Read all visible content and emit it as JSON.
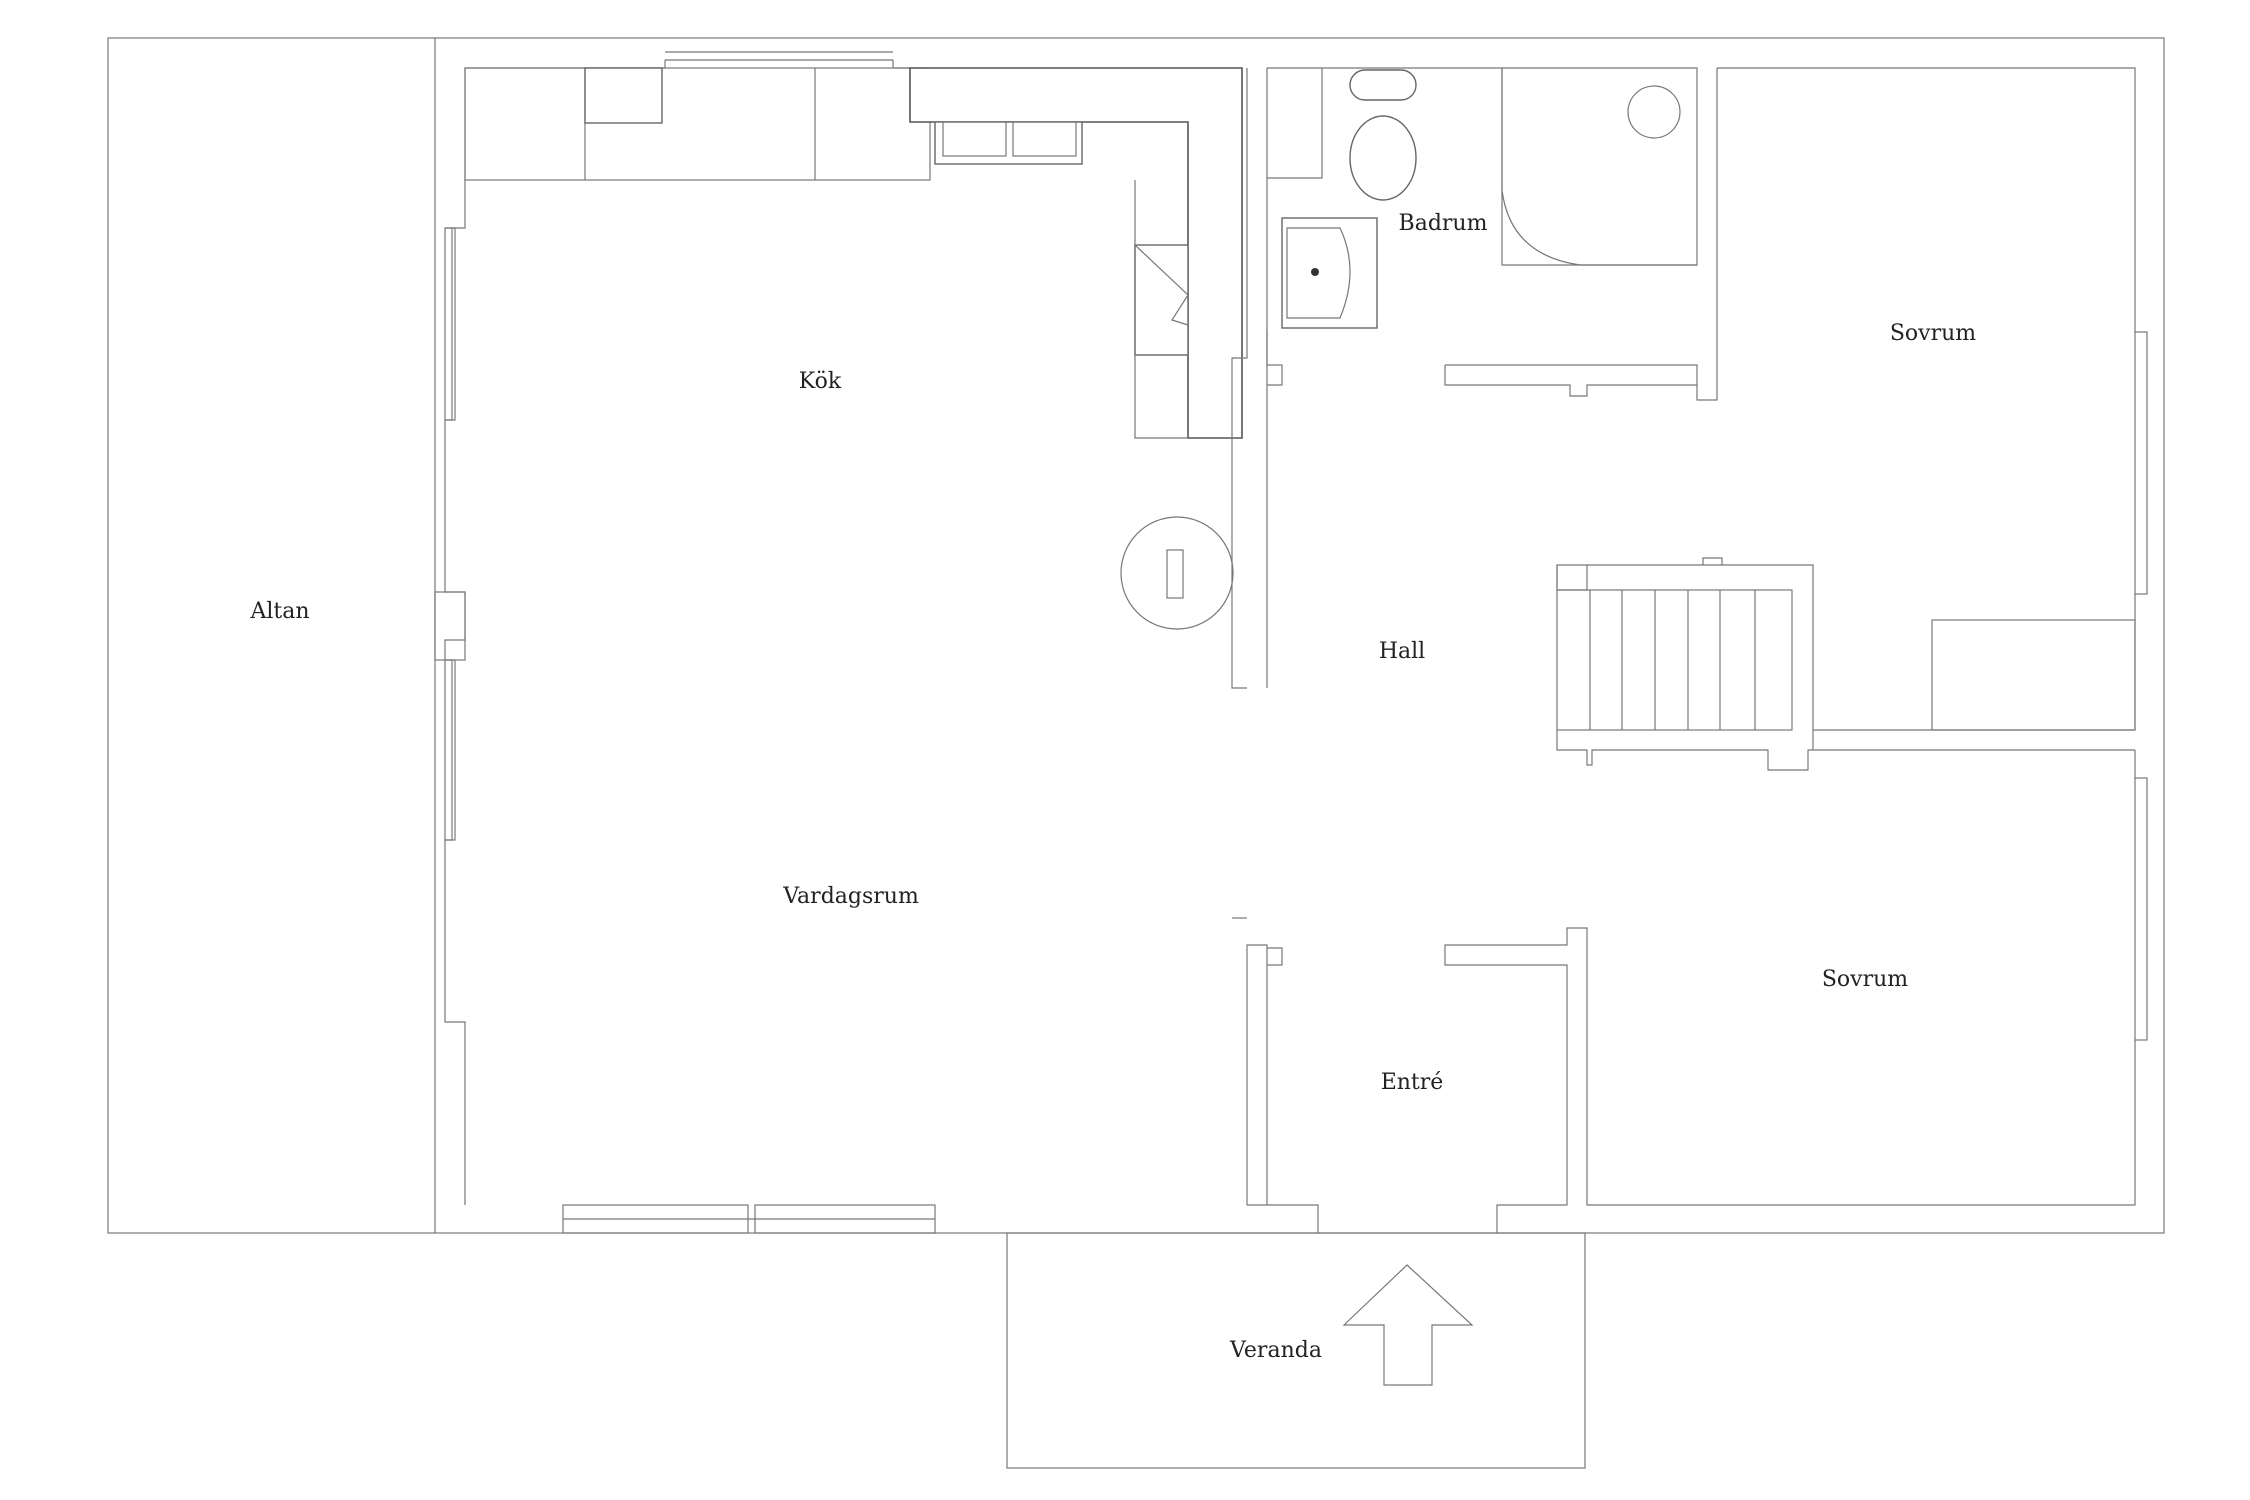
{
  "plan": {
    "rooms": {
      "altan": "Altan",
      "kok": "Kök",
      "badrum": "Badrum",
      "sovrum_upper": "Sovrum",
      "hall": "Hall",
      "vardagsrum": "Vardagsrum",
      "sovrum_lower": "Sovrum",
      "entre": "Entré",
      "veranda": "Veranda"
    },
    "icons": {
      "entrance": "entrance-arrow-icon"
    }
  }
}
